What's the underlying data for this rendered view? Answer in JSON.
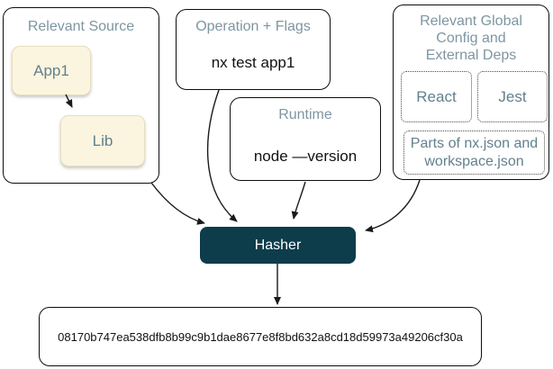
{
  "source_group": {
    "title": "Relevant Source",
    "nodes": [
      {
        "label": "App1"
      },
      {
        "label": "Lib"
      }
    ]
  },
  "operation_group": {
    "title": "Operation + Flags",
    "command": "nx test app1"
  },
  "runtime_group": {
    "title": "Runtime",
    "command": "node —version"
  },
  "config_group": {
    "title": "Relevant Global Config and External Deps",
    "external_deps": [
      {
        "label": "React"
      },
      {
        "label": "Jest"
      }
    ],
    "config_files_note": "Parts of nx.json and workspace.json"
  },
  "hasher": {
    "label": "Hasher"
  },
  "hash_output": {
    "value": "08170b747ea538dfb8b99c9b1dae8677e8f8bd632a8cd18d59973a49206cf30a"
  },
  "colors": {
    "node_fill": "#fbf5e0",
    "node_border": "#e7ddc0",
    "hasher_fill": "#0d3c4b",
    "hasher_text": "#ffffff",
    "group_title_text": "#7e96a2",
    "node_label_text": "#627f8e",
    "frame_border": "#0d0d0d",
    "arrow": "#1a1a1a",
    "background": "#ffffff"
  }
}
